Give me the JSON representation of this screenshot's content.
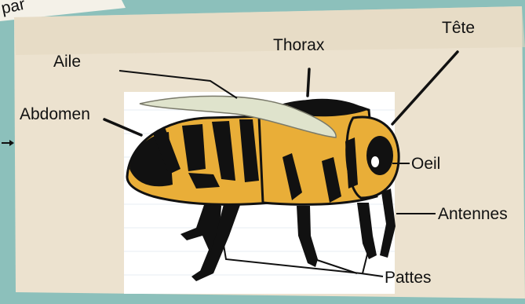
{
  "corner_text": "par",
  "labels": {
    "aile": "Aile",
    "thorax": "Thorax",
    "tete": "Tête",
    "abdomen": "Abdomen",
    "oeil": "Oeil",
    "antennes": "Antennes",
    "pattes": "Pattes"
  },
  "colors": {
    "background": "#8cc0bb",
    "paper": "#ece2cf",
    "body": "#e9ae38",
    "stripes": "#111111",
    "wing": "#dfe3cc"
  }
}
